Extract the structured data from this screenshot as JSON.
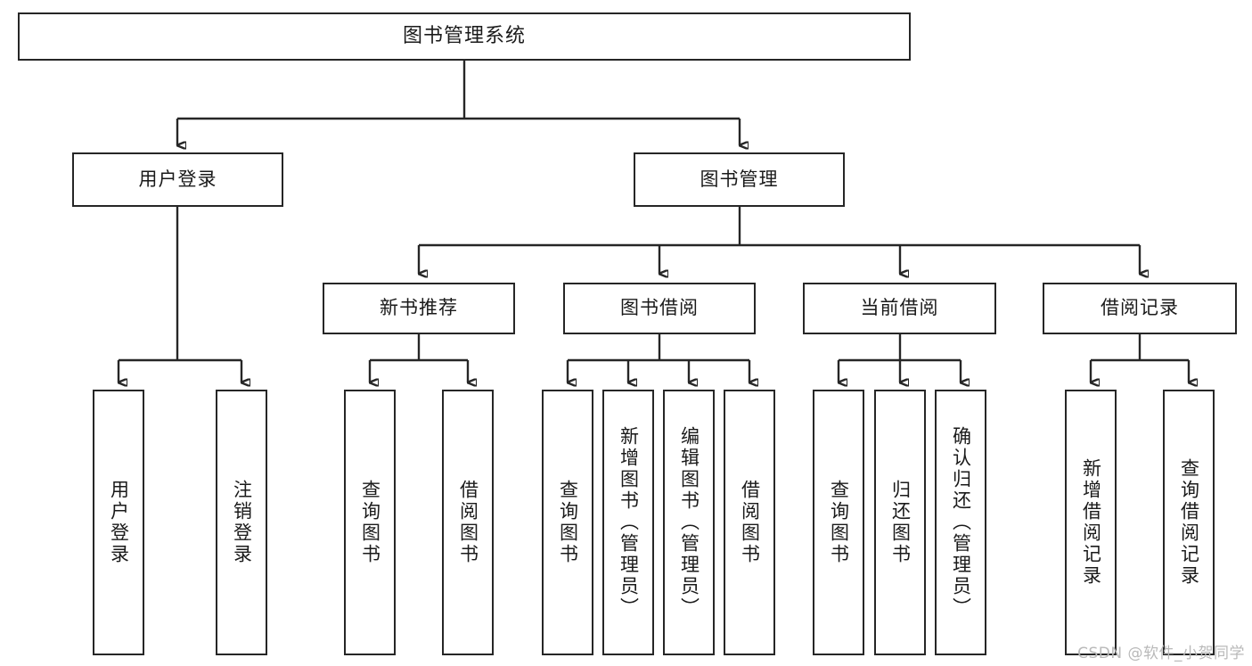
{
  "diagram": {
    "type": "tree-hierarchy-chart",
    "title": "图书管理系统",
    "watermark": "CSDN @软件_小贺同学",
    "colors": {
      "stroke": "#262626",
      "fill": "#ffffff",
      "text": "#1a1a1a",
      "watermark": "#b9b9b9"
    },
    "root": {
      "label": "图书管理系统"
    },
    "level2": [
      {
        "label": "用户登录"
      },
      {
        "label": "图书管理"
      }
    ],
    "level3": [
      {
        "label": "新书推荐"
      },
      {
        "label": "图书借阅"
      },
      {
        "label": "当前借阅"
      },
      {
        "label": "借阅记录"
      }
    ],
    "leaves": {
      "user_login": [
        {
          "label": "用户登录"
        },
        {
          "label": "注销登录"
        }
      ],
      "new_book": [
        {
          "label": "查询图书"
        },
        {
          "label": "借阅图书"
        }
      ],
      "book_borrow": [
        {
          "label": "查询图书"
        },
        {
          "label": "新增图书（管理员）"
        },
        {
          "label": "编辑图书（管理员）"
        },
        {
          "label": "借阅图书"
        }
      ],
      "current_borrow": [
        {
          "label": "查询图书"
        },
        {
          "label": "归还图书"
        },
        {
          "label": "确认归还（管理员）"
        }
      ],
      "borrow_record": [
        {
          "label": "新增借阅记录"
        },
        {
          "label": "查询借阅记录"
        }
      ]
    }
  }
}
